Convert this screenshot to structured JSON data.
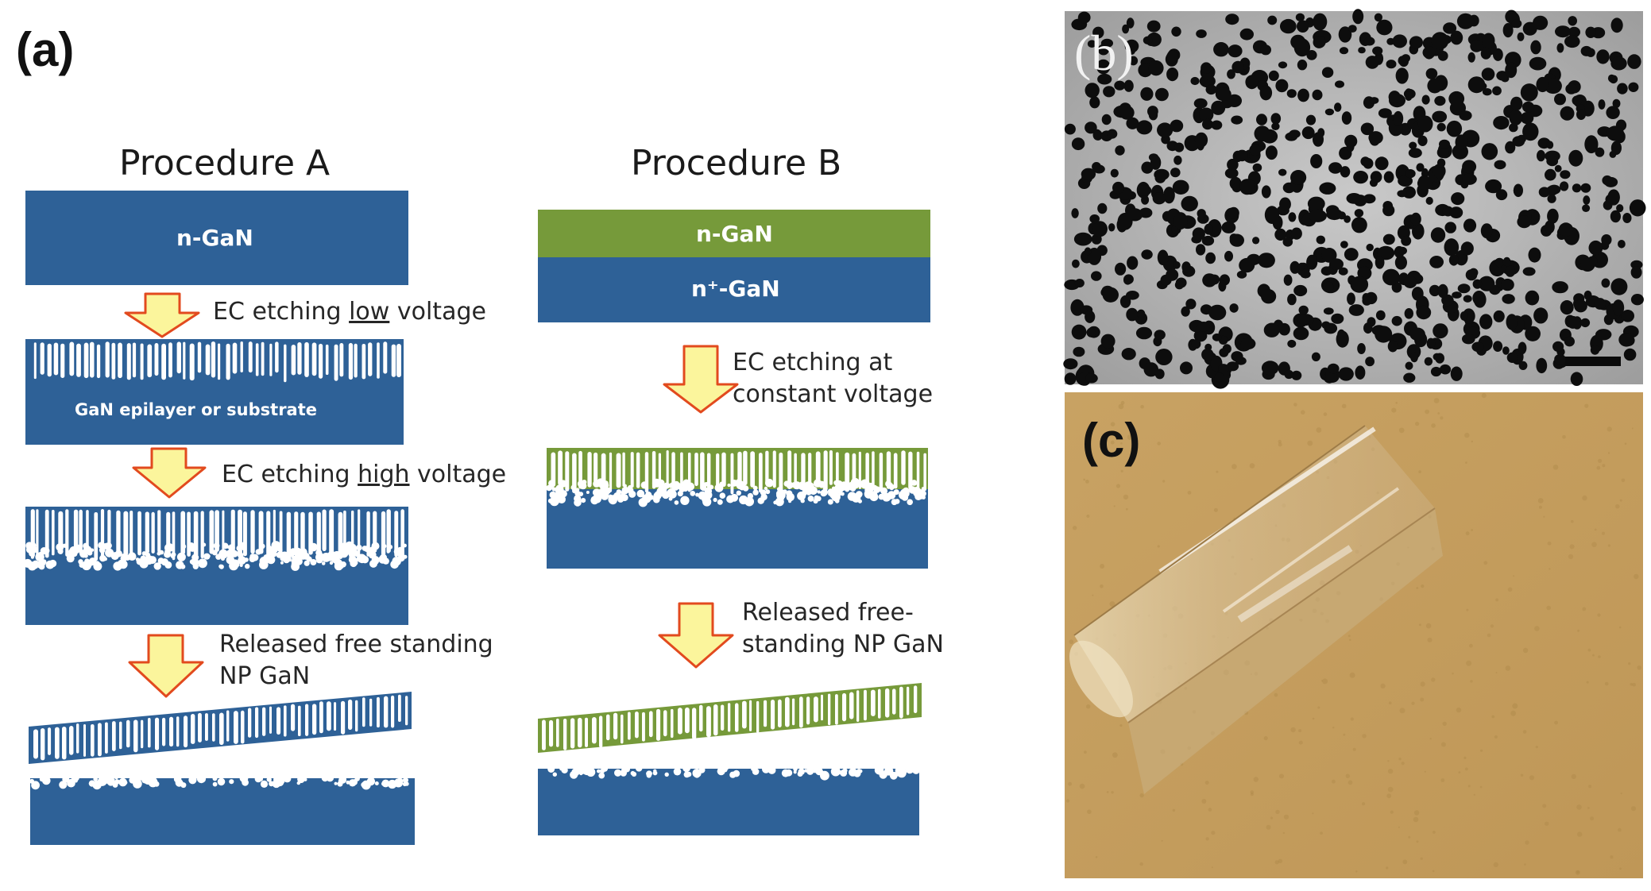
{
  "panels": {
    "a": "(a)",
    "b": "(b)",
    "c": "(c)"
  },
  "procedure_a": {
    "title": "Procedure A",
    "layer": "n-GaN",
    "substrate": "GaN epilayer or substrate",
    "step1": {
      "pre": "EC etching ",
      "key": "low",
      "post": " voltage"
    },
    "step2": {
      "pre": "EC etching ",
      "key": "high",
      "post": " voltage"
    },
    "step3": {
      "line1": "Released free standing",
      "line2": "NP GaN"
    }
  },
  "procedure_b": {
    "title": "Procedure B",
    "top_layer": "n-GaN",
    "bottom_layer": "n⁺-GaN",
    "step1": {
      "line1": "EC etching at",
      "line2": "constant voltage"
    },
    "step2": {
      "line1": "Released free-",
      "line2": "standing NP GaN"
    }
  },
  "colors": {
    "gan_blue": "#2e6197",
    "gan_green": "#769a3a",
    "arrow_fill": "#fbf59c",
    "arrow_stroke": "#e24a1e",
    "sem_bg": "#bdbdbd",
    "film_bg": "#c69f5e"
  }
}
